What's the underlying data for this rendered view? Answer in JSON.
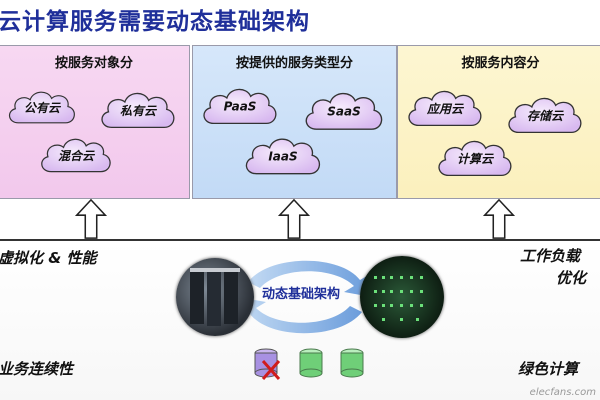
{
  "title": "云计算服务需要动态基础架构",
  "panels": [
    {
      "title": "按服务对象分",
      "clouds": [
        "公有云",
        "私有云",
        "混合云"
      ]
    },
    {
      "title": "按提供的服务类型分",
      "clouds": [
        "PaaS",
        "SaaS",
        "IaaS"
      ]
    },
    {
      "title": "按服务内容分",
      "clouds": [
        "应用云",
        "存储云",
        "计算云"
      ]
    }
  ],
  "labels": {
    "left_top": "虚拟化 & 性能",
    "right_top_line1": "工作负载",
    "right_top_line2": "优化",
    "left_bottom": "业务连续性",
    "right_bottom": "绿色计算"
  },
  "center": "动态基础架构",
  "watermark": "elecfans.com",
  "colors": {
    "title": "#1f2f9a",
    "panel1": "#f2c8ec",
    "panel2": "#c2daf6",
    "panel3": "#fbf0bd",
    "cloud": "#e2c8f5"
  }
}
